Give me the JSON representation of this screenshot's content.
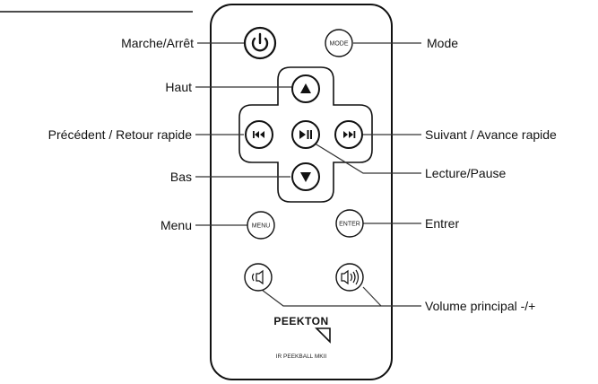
{
  "labels": {
    "power": "Marche/Arrêt",
    "mode": "Mode",
    "up": "Haut",
    "prev": "Précédent / Retour rapide",
    "next": "Suivant / Avance rapide",
    "down": "Bas",
    "play_pause": "Lecture/Pause",
    "menu": "Menu",
    "enter": "Entrer",
    "volume": "Volume principal -/+"
  },
  "remote": {
    "mode_text": "MODE",
    "menu_text": "MENU",
    "enter_text": "ENTER",
    "brand": "PEEKTON",
    "model": "IR PEEKBALL MKII"
  },
  "icons": {
    "power": "power-icon",
    "up": "triangle-up-icon",
    "down": "triangle-down-icon",
    "prev": "skip-back-icon",
    "play_pause": "play-pause-icon",
    "next": "skip-forward-icon",
    "vol_down": "speaker-low-icon",
    "vol_up": "speaker-high-icon"
  },
  "colors": {
    "ink": "#111111",
    "line": "#333333",
    "background": "#ffffff"
  }
}
